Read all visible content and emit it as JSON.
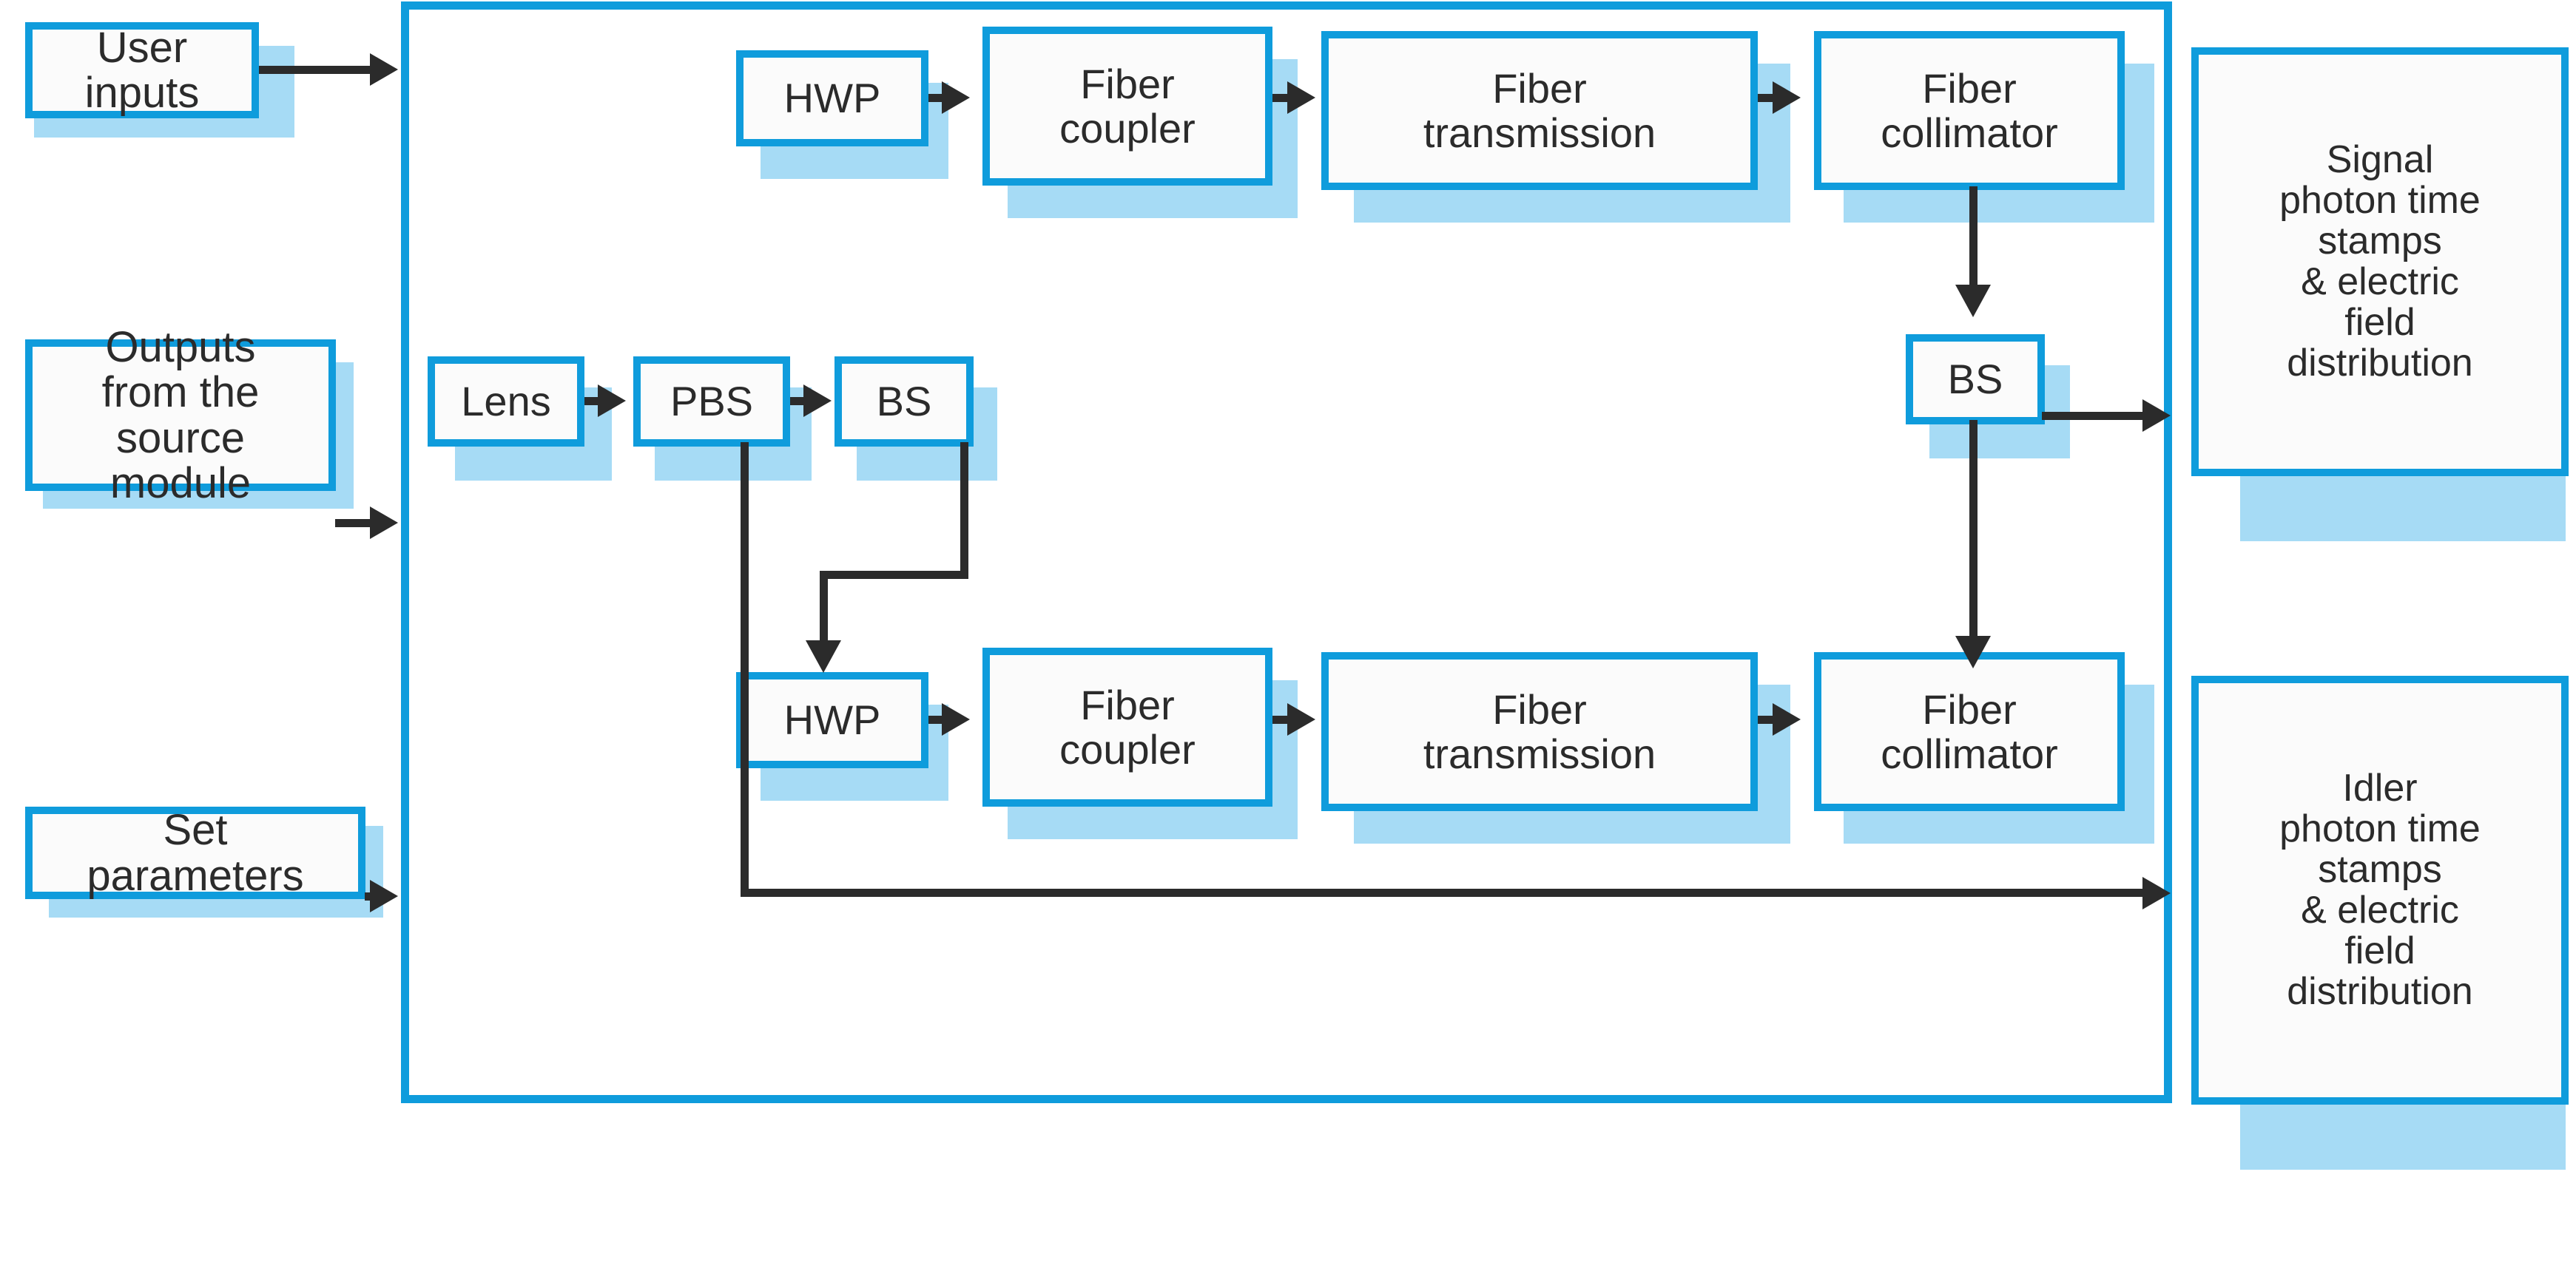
{
  "diagram": {
    "title": "Detection module block diagram",
    "colors": {
      "box_border": "#0f9cdc",
      "box_fill": "#fbfbfb",
      "shadow": "#a6dbf5",
      "connector": "#2b2b2b",
      "background": "#ffffff"
    },
    "inputs": [
      {
        "id": "user-inputs",
        "label": "User\ninputs"
      },
      {
        "id": "source-outputs",
        "label": "Outputs\nfrom the\nsource\nmodule"
      },
      {
        "id": "set-parameters",
        "label": "Set\nparameters"
      }
    ],
    "module": {
      "front_end": [
        {
          "id": "lens",
          "label": "Lens"
        },
        {
          "id": "pbs",
          "label": "PBS"
        },
        {
          "id": "bs-in",
          "label": "BS"
        }
      ],
      "signal_path": [
        {
          "id": "hwp-signal",
          "label": "HWP"
        },
        {
          "id": "coupler-signal",
          "label": "Fiber\ncoupler"
        },
        {
          "id": "transmission-signal",
          "label": "Fiber\ntransmission"
        },
        {
          "id": "collimator-signal",
          "label": "Fiber\ncollimator"
        }
      ],
      "idler_path": [
        {
          "id": "hwp-idler",
          "label": "HWP"
        },
        {
          "id": "coupler-idler",
          "label": "Fiber\ncoupler"
        },
        {
          "id": "transmission-idler",
          "label": "Fiber\ntransmission"
        },
        {
          "id": "collimator-idler",
          "label": "Fiber\ncollimator"
        }
      ],
      "bs_out": {
        "id": "bs-out",
        "label": "BS"
      }
    },
    "outputs": [
      {
        "id": "signal-output",
        "label": "Signal\nphoton time\nstamps\n& electric\nfield\ndistribution"
      },
      {
        "id": "idler-output",
        "label": "Idler\nphoton time\nstamps\n& electric\nfield\ndistribution"
      }
    ]
  }
}
